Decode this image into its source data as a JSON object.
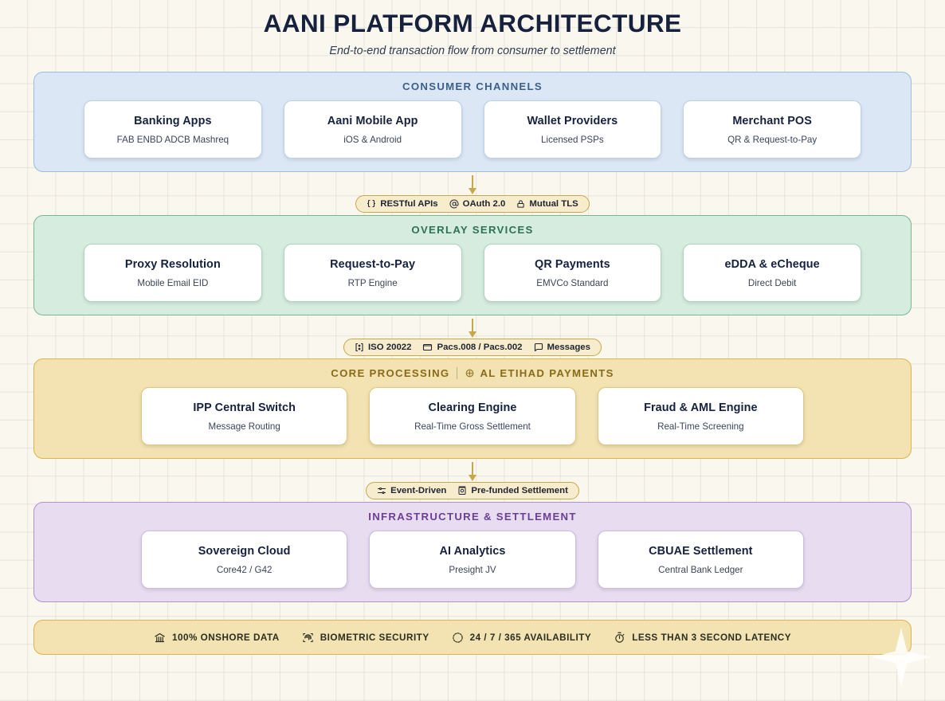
{
  "header": {
    "title": "AANI PLATFORM ARCHITECTURE",
    "subtitle": "End-to-end transaction flow from consumer to settlement"
  },
  "bands": [
    {
      "id": "consumer-channels",
      "title": "CONSUMER CHANNELS",
      "badge": null,
      "cards": [
        {
          "title": "Banking Apps",
          "sub": "FAB  ENBD  ADCB  Mashreq"
        },
        {
          "title": "Aani Mobile App",
          "sub": "iOS & Android"
        },
        {
          "title": "Wallet Providers",
          "sub": "Licensed PSPs"
        },
        {
          "title": "Merchant POS",
          "sub": "QR & Request-to-Pay"
        }
      ]
    },
    {
      "id": "overlay-services",
      "title": "OVERLAY SERVICES",
      "badge": null,
      "cards": [
        {
          "title": "Proxy Resolution",
          "sub": "Mobile Email  EID"
        },
        {
          "title": "Request-to-Pay",
          "sub": "RTP Engine"
        },
        {
          "title": "QR Payments",
          "sub": "EMVCo Standard"
        },
        {
          "title": "eDDA & eCheque",
          "sub": "Direct Debit"
        }
      ]
    },
    {
      "id": "core-processing",
      "title": "CORE PROCESSING",
      "badge": "AL ETIHAD PAYMENTS",
      "cards": [
        {
          "title": "IPP Central Switch",
          "sub": "Message Routing"
        },
        {
          "title": "Clearing Engine",
          "sub": "Real-Time Gross Settlement"
        },
        {
          "title": "Fraud & AML Engine",
          "sub": "Real-Time Screening"
        }
      ]
    },
    {
      "id": "infrastructure-settlement",
      "title": "INFRASTRUCTURE & SETTLEMENT",
      "badge": null,
      "cards": [
        {
          "title": "Sovereign Cloud",
          "sub": "Core42 / G42"
        },
        {
          "title": "AI Analytics",
          "sub": "Presight JV"
        },
        {
          "title": "CBUAE Settlement",
          "sub": "Central Bank Ledger"
        }
      ]
    }
  ],
  "connectors": [
    {
      "id": "connector-api",
      "segments": [
        {
          "icon": "code-braces-icon",
          "label": "RESTful APIs"
        },
        {
          "icon": "at-sign-icon",
          "label": "OAuth 2.0"
        },
        {
          "icon": "lock-icon",
          "label": "Mutual TLS"
        }
      ]
    },
    {
      "id": "connector-iso",
      "segments": [
        {
          "icon": "node-brackets-icon",
          "label": "ISO 20022"
        },
        {
          "icon": "envelope-icon",
          "label": "Pacs.008 / Pacs.002"
        },
        {
          "icon": "message-icon",
          "label": "Messages"
        }
      ]
    },
    {
      "id": "connector-settlement",
      "segments": [
        {
          "icon": "sliders-icon",
          "label": "Event-Driven"
        },
        {
          "icon": "vault-icon",
          "label": "Pre-funded Settlement"
        }
      ]
    }
  ],
  "stats": [
    {
      "icon": "bank-icon",
      "label": "100% ONSHORE DATA"
    },
    {
      "icon": "fingerprint-icon",
      "label": "BIOMETRIC SECURITY"
    },
    {
      "icon": "clock-check-icon",
      "label": "24 / 7 / 365 AVAILABILITY"
    },
    {
      "icon": "stopwatch-icon",
      "label": "LESS THAN 3 SECOND LATENCY"
    }
  ],
  "colors": {
    "background": "#faf7ee",
    "title": "#16213e",
    "consumer": "#dce7f5",
    "overlay": "#d6ecdf",
    "core": "#f3e2b2",
    "infrastructure": "#e7dcf0",
    "connector": "#c8a64a"
  }
}
